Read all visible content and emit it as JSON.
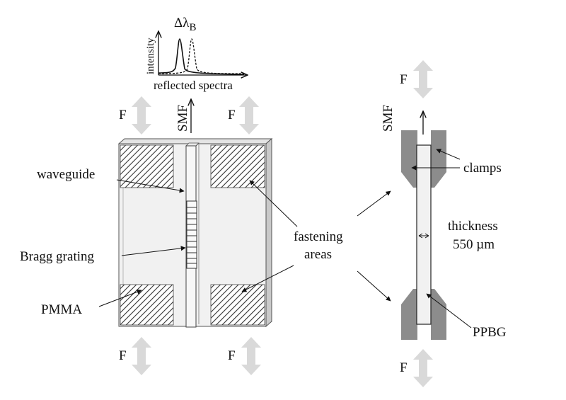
{
  "spectrum": {
    "delta_symbol": "Δλ",
    "delta_subscript": "B",
    "y_label": "intensity",
    "x_label": "reflected spectra"
  },
  "labels": {
    "force": "F",
    "smf": "SMF",
    "waveguide": "waveguide",
    "bragg_grating": "Bragg grating",
    "pmma": "PMMA",
    "fastening": "fastening",
    "areas": "areas",
    "clamps": "clamps",
    "thickness": "thickness",
    "thickness_value": "550 µm",
    "ppbg": "PPBG"
  },
  "colors": {
    "force_arrow": "#d9d9d9",
    "clamp": "#8c8c8c",
    "plate_fill": "#f1f1f1",
    "outline": "#333333"
  }
}
